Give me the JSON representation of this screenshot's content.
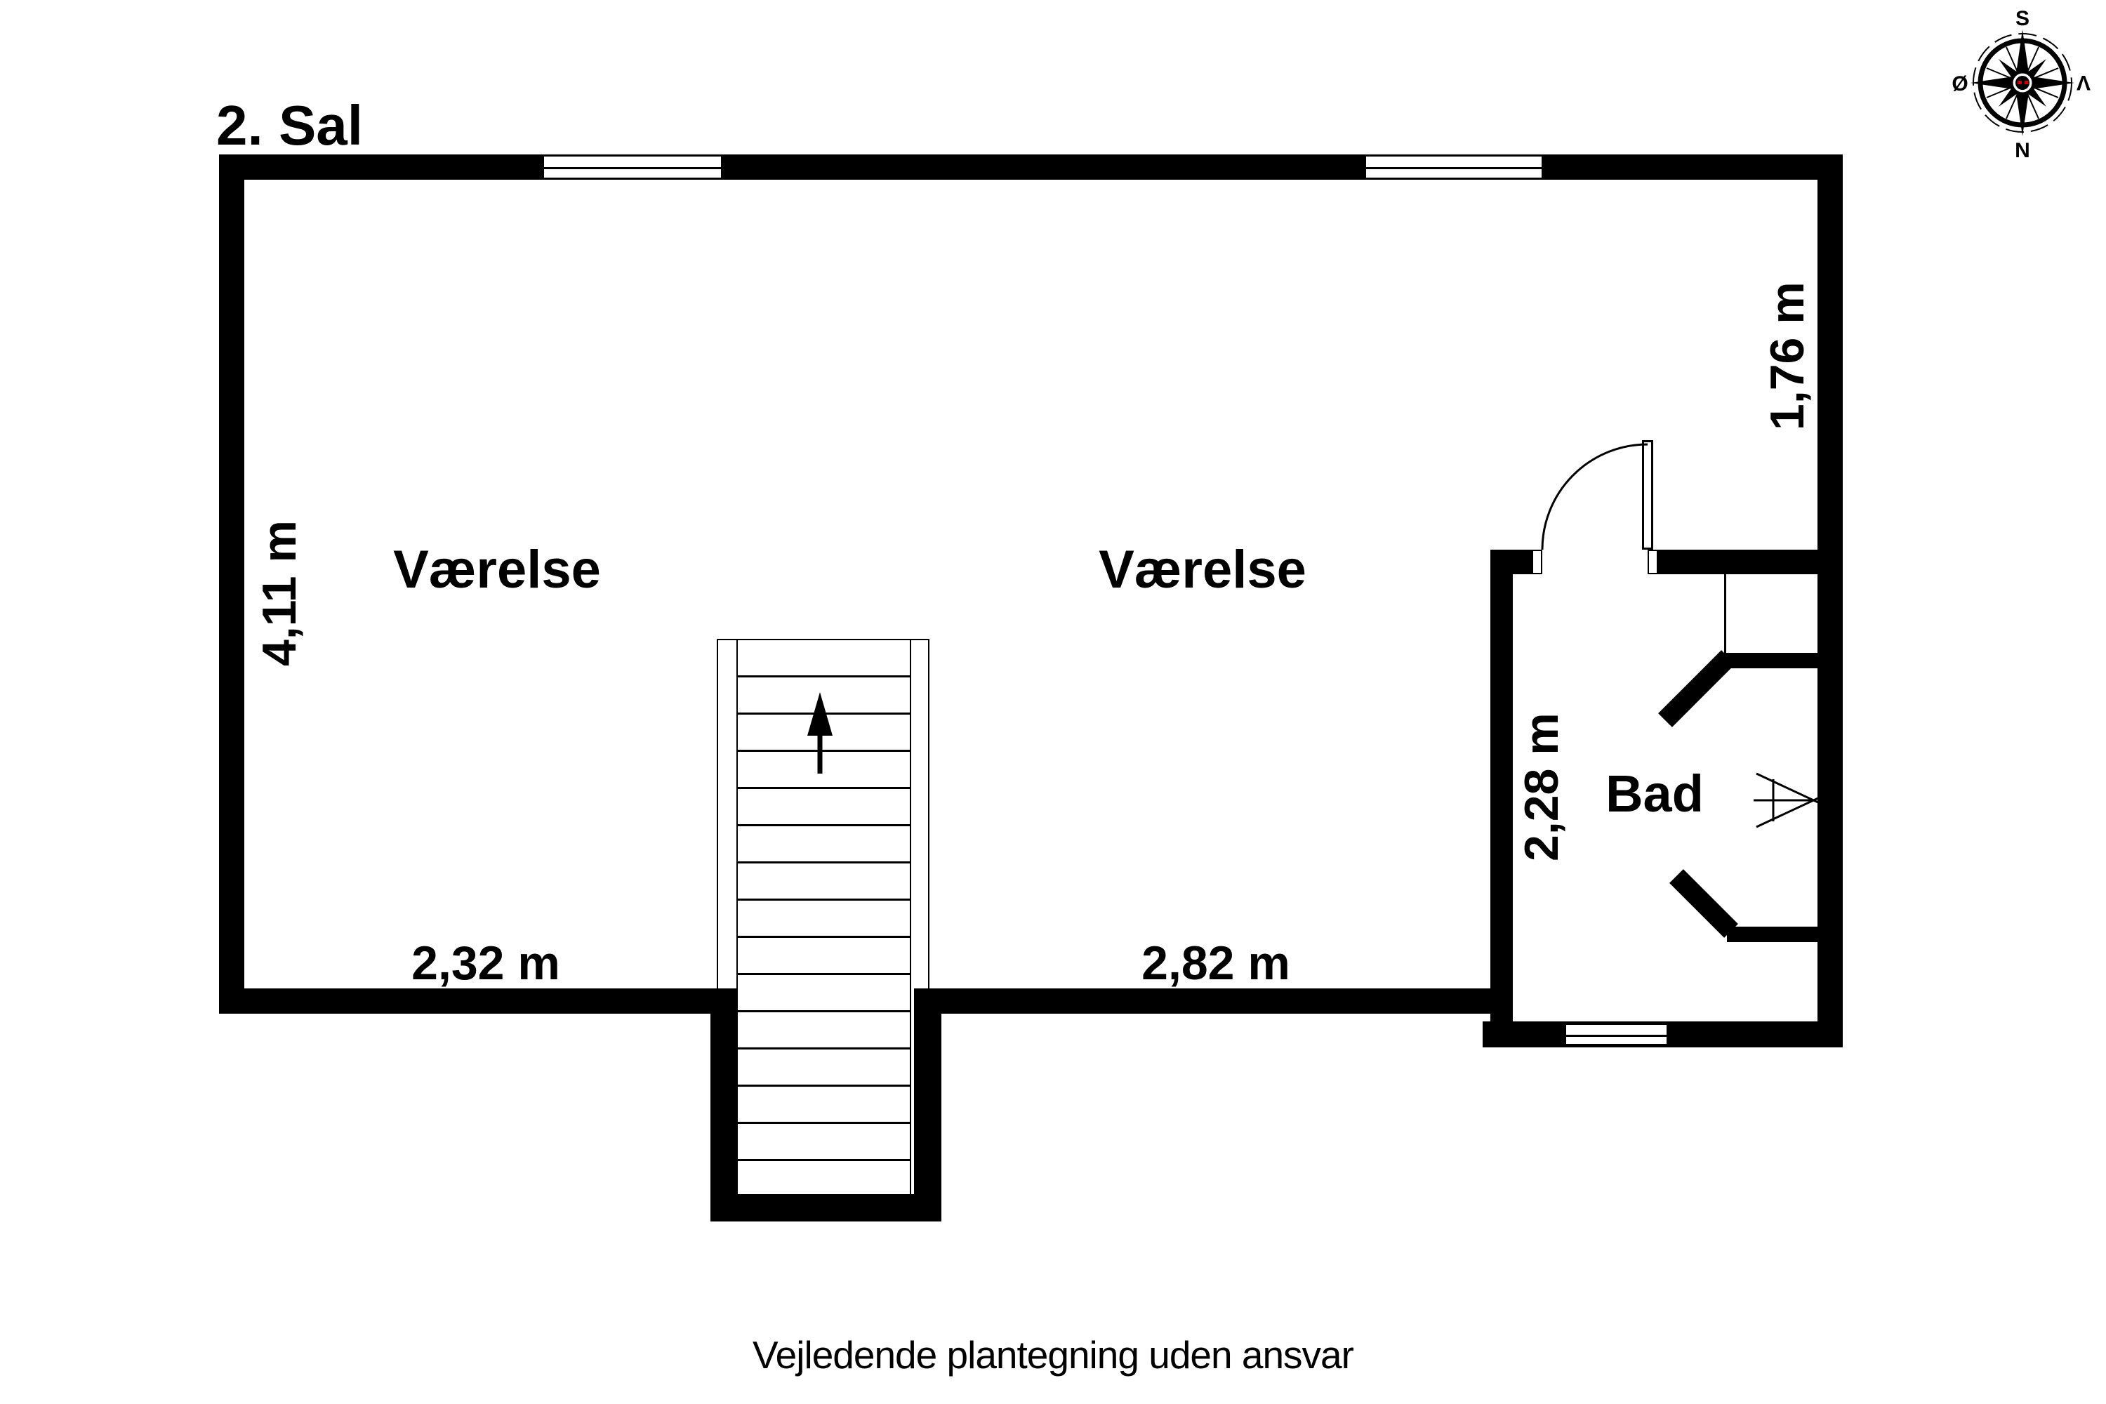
{
  "title": "2. Sal",
  "rooms": [
    {
      "id": "vaerelse-1",
      "label": "Værelse",
      "width_dim": "2,32 m",
      "height_dim": "4,11 m"
    },
    {
      "id": "vaerelse-2",
      "label": "Værelse",
      "width_dim": "2,82 m",
      "height_dim": "1,76 m"
    },
    {
      "id": "bad",
      "label": "Bad",
      "width_dim": "2,28 m"
    }
  ],
  "stairs": {
    "direction_arrow": "up"
  },
  "compass": {
    "south": "S",
    "north": "N",
    "east": "Ø",
    "west": "V"
  },
  "disclaimer": "Vejledende plantegning uden ansvar",
  "colors": {
    "wall": "#000000",
    "background": "#ffffff",
    "logo_accent": "#cc0000"
  }
}
